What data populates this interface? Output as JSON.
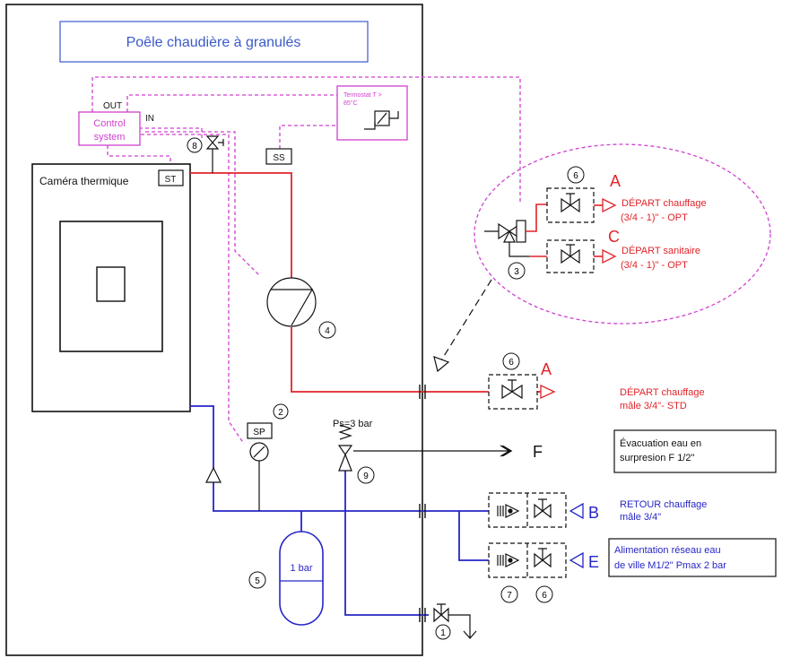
{
  "title": "Poêle chaudière à granulés",
  "control": {
    "out": "OUT",
    "in": "IN",
    "line1": "Control",
    "line2": "system"
  },
  "thermostat": {
    "line1": "Termostat  T >",
    "line2": "85°C"
  },
  "sensors": {
    "st": "ST",
    "ss": "SS",
    "sp": "SP"
  },
  "camera_label": "Caméra thermique",
  "pressure_label": "Ps=3 bar",
  "vessel_label": "1 bar",
  "numbers": {
    "n1": "1",
    "n2": "2",
    "n3": "3",
    "n4": "4",
    "n5": "5",
    "n6a": "6",
    "n6b": "6",
    "n6c": "6",
    "n7": "7",
    "n8": "8",
    "n9": "9"
  },
  "letters": {
    "a1": "A",
    "c": "C",
    "a2": "A",
    "f": "F",
    "b": "B",
    "e": "E"
  },
  "option_box": {
    "depart_chauffage_1": "DÉPART chauffage",
    "depart_chauffage_2": "(3/4 - 1)\" - OPT",
    "depart_sanitaire_1": "DÉPART sanitaire",
    "depart_sanitaire_2": "(3/4 - 1)\" - OPT"
  },
  "outputs": {
    "depart_std_1": "DÉPART chauffage",
    "depart_std_2": "mâle 3/4\"- STD",
    "evac_1": "Évacuation eau en",
    "evac_2": "surpresion F 1/2\"",
    "retour_1": "RETOUR chauffage",
    "retour_2": "mâle  3/4\"",
    "alim_1": "Alimentation réseau eau",
    "alim_2": "de ville M1/2\" Pmax 2 bar"
  },
  "colors": {
    "red": "#e0242a",
    "blue": "#2626c8",
    "magenta": "#d040d0",
    "black": "#111111"
  }
}
